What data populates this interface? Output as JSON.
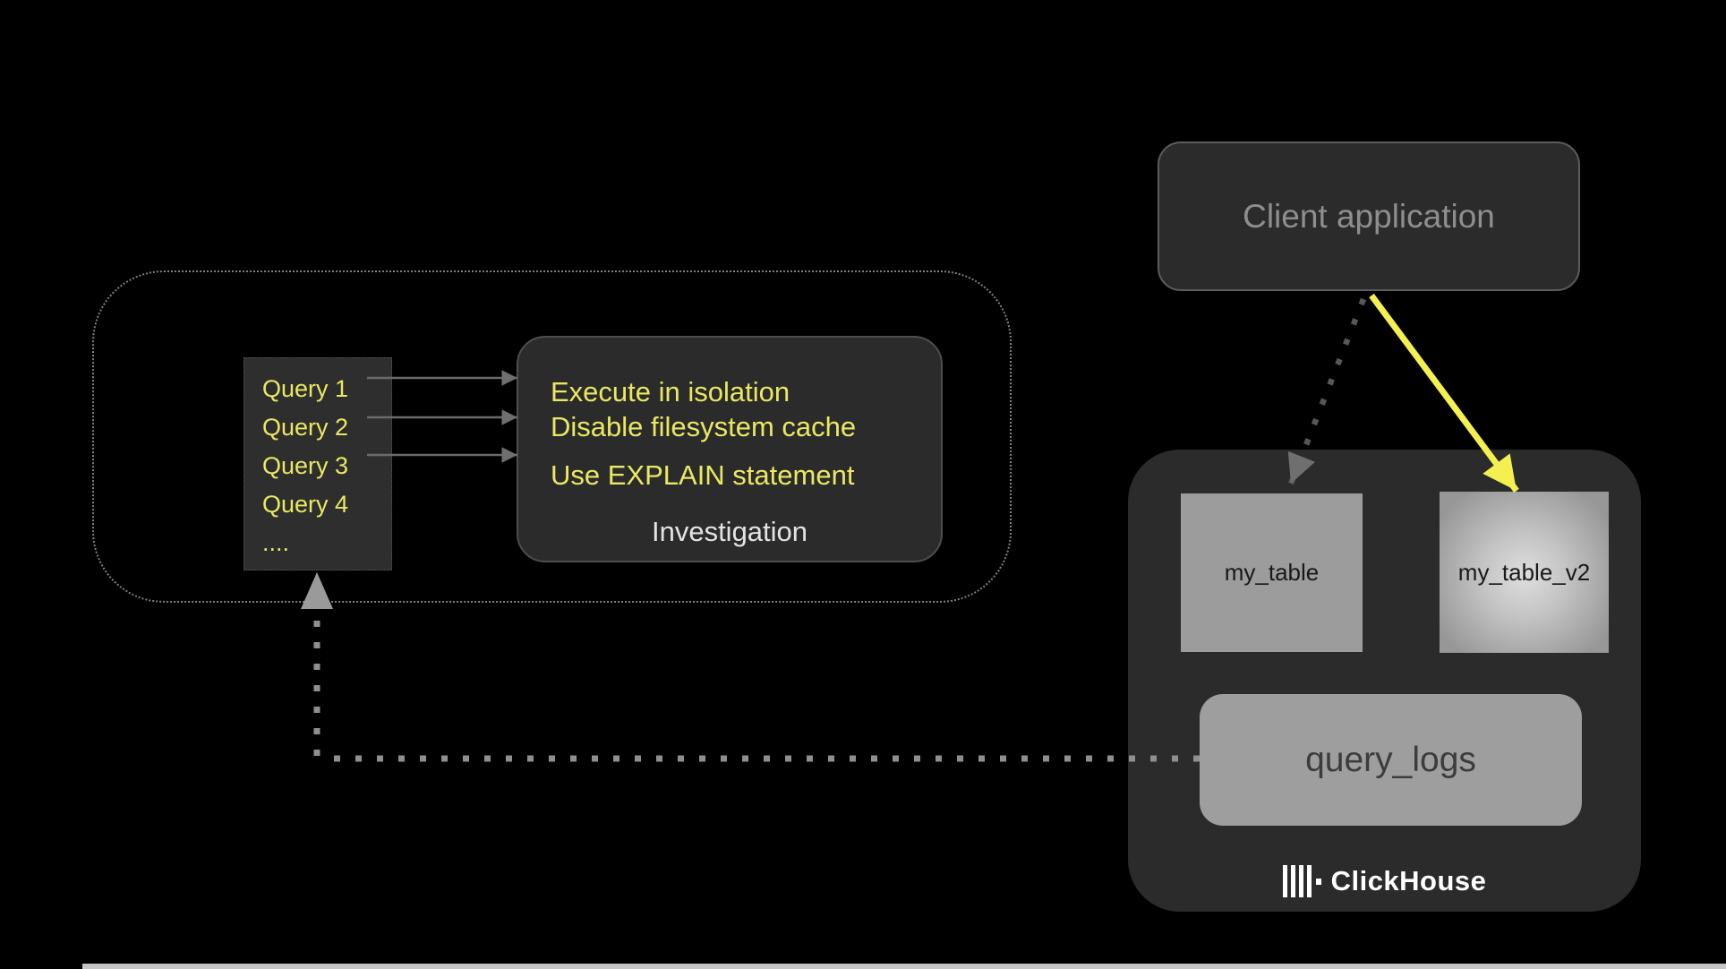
{
  "diagram": {
    "client_application": {
      "label": "Client application"
    },
    "investigation": {
      "lines": [
        "Execute in isolation",
        "Disable filesystem cache",
        "Use EXPLAIN statement"
      ],
      "caption": "Investigation"
    },
    "query_list": {
      "items": [
        "Query 1",
        "Query 2",
        "Query 3",
        "Query 4",
        "...."
      ]
    },
    "clickhouse": {
      "tables": [
        {
          "label": "my_table"
        },
        {
          "label": "my_table_v2"
        }
      ],
      "query_logs": {
        "label": "query_logs"
      },
      "brand": "ClickHouse"
    },
    "colors": {
      "background": "#000000",
      "panel_dark": "#2b2b2b",
      "query_box_dark": "#2e2e2e",
      "accent_yellow_text": "#eae863",
      "accent_yellow_arrow": "#f3f04f",
      "table_gray": "#9c9c9c",
      "query_logs_gray": "#9e9e9e",
      "muted_label_gray": "#8e8e8e",
      "connector_gray": "#8f8f8f",
      "dotted_arrow_gray": "#575757",
      "brand_white": "#ffffff"
    }
  }
}
